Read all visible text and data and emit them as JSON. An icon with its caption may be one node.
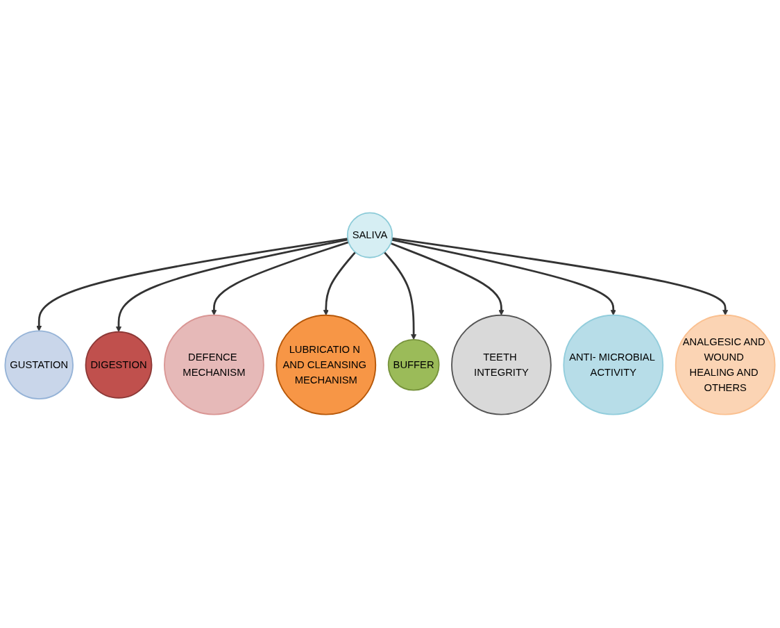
{
  "diagram": {
    "nodes": [
      {
        "text": [
          "SALIVA"
        ]
      },
      {
        "text": [
          "GUSTATION"
        ]
      },
      {
        "text": [
          "DIGESTION"
        ]
      },
      {
        "text": [
          "DEFENCE MECHANISM"
        ]
      },
      {
        "text": [
          "LUBRICATIO N AND CLEANSING MECHANISM"
        ]
      },
      {
        "text": [
          "BUFFER"
        ]
      },
      {
        "text": [
          "TEETH INTEGRITY"
        ]
      },
      {
        "text": [
          "ANTI- MICROBIAL ACTIVITY"
        ]
      },
      {
        "text": [
          "ANALGESIC AND WOUND HEALING AND OTHERS"
        ]
      }
    ],
    "edges": [
      {
        "from": 0,
        "to": 1,
        "arrow": "to"
      },
      {
        "from": 0,
        "to": 2,
        "arrow": "to"
      },
      {
        "from": 0,
        "to": 3,
        "arrow": "to"
      },
      {
        "from": 0,
        "to": 4,
        "arrow": "to"
      },
      {
        "from": 0,
        "to": 5,
        "arrow": "to"
      },
      {
        "from": 0,
        "to": 6,
        "arrow": "to"
      },
      {
        "from": 0,
        "to": 7,
        "arrow": "to"
      },
      {
        "from": 0,
        "to": 8,
        "arrow": "to"
      }
    ]
  }
}
